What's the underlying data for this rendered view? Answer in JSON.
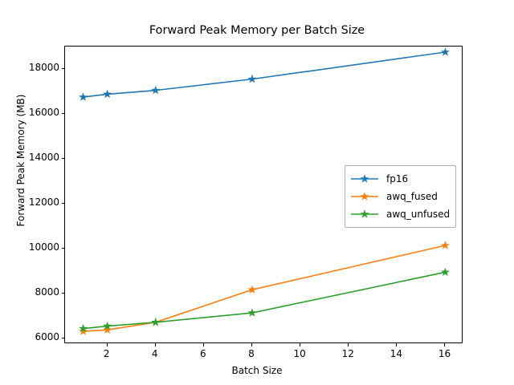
{
  "chart_data": {
    "type": "line",
    "title": "Forward Peak Memory per Batch Size",
    "xlabel": "Batch Size",
    "ylabel": "Forward Peak Memory (MB)",
    "x": [
      1,
      2,
      4,
      8,
      16
    ],
    "xlim": [
      0.25,
      16.75
    ],
    "ylim": [
      5760,
      19000
    ],
    "xticks": [
      2,
      4,
      6,
      8,
      10,
      12,
      14,
      16
    ],
    "yticks": [
      6000,
      8000,
      10000,
      12000,
      14000,
      16000,
      18000
    ],
    "grid": false,
    "legend_position": "center right",
    "series": [
      {
        "name": "fp16",
        "color": "#1f77b4",
        "marker": "star",
        "values": [
          16750,
          16880,
          17050,
          17550,
          18750
        ]
      },
      {
        "name": "awq_fused",
        "color": "#ff7f0e",
        "marker": "star",
        "values": [
          6330,
          6390,
          6730,
          8180,
          10150
        ]
      },
      {
        "name": "awq_unfused",
        "color": "#2ca02c",
        "marker": "star",
        "values": [
          6450,
          6560,
          6730,
          7150,
          8960
        ]
      }
    ]
  }
}
